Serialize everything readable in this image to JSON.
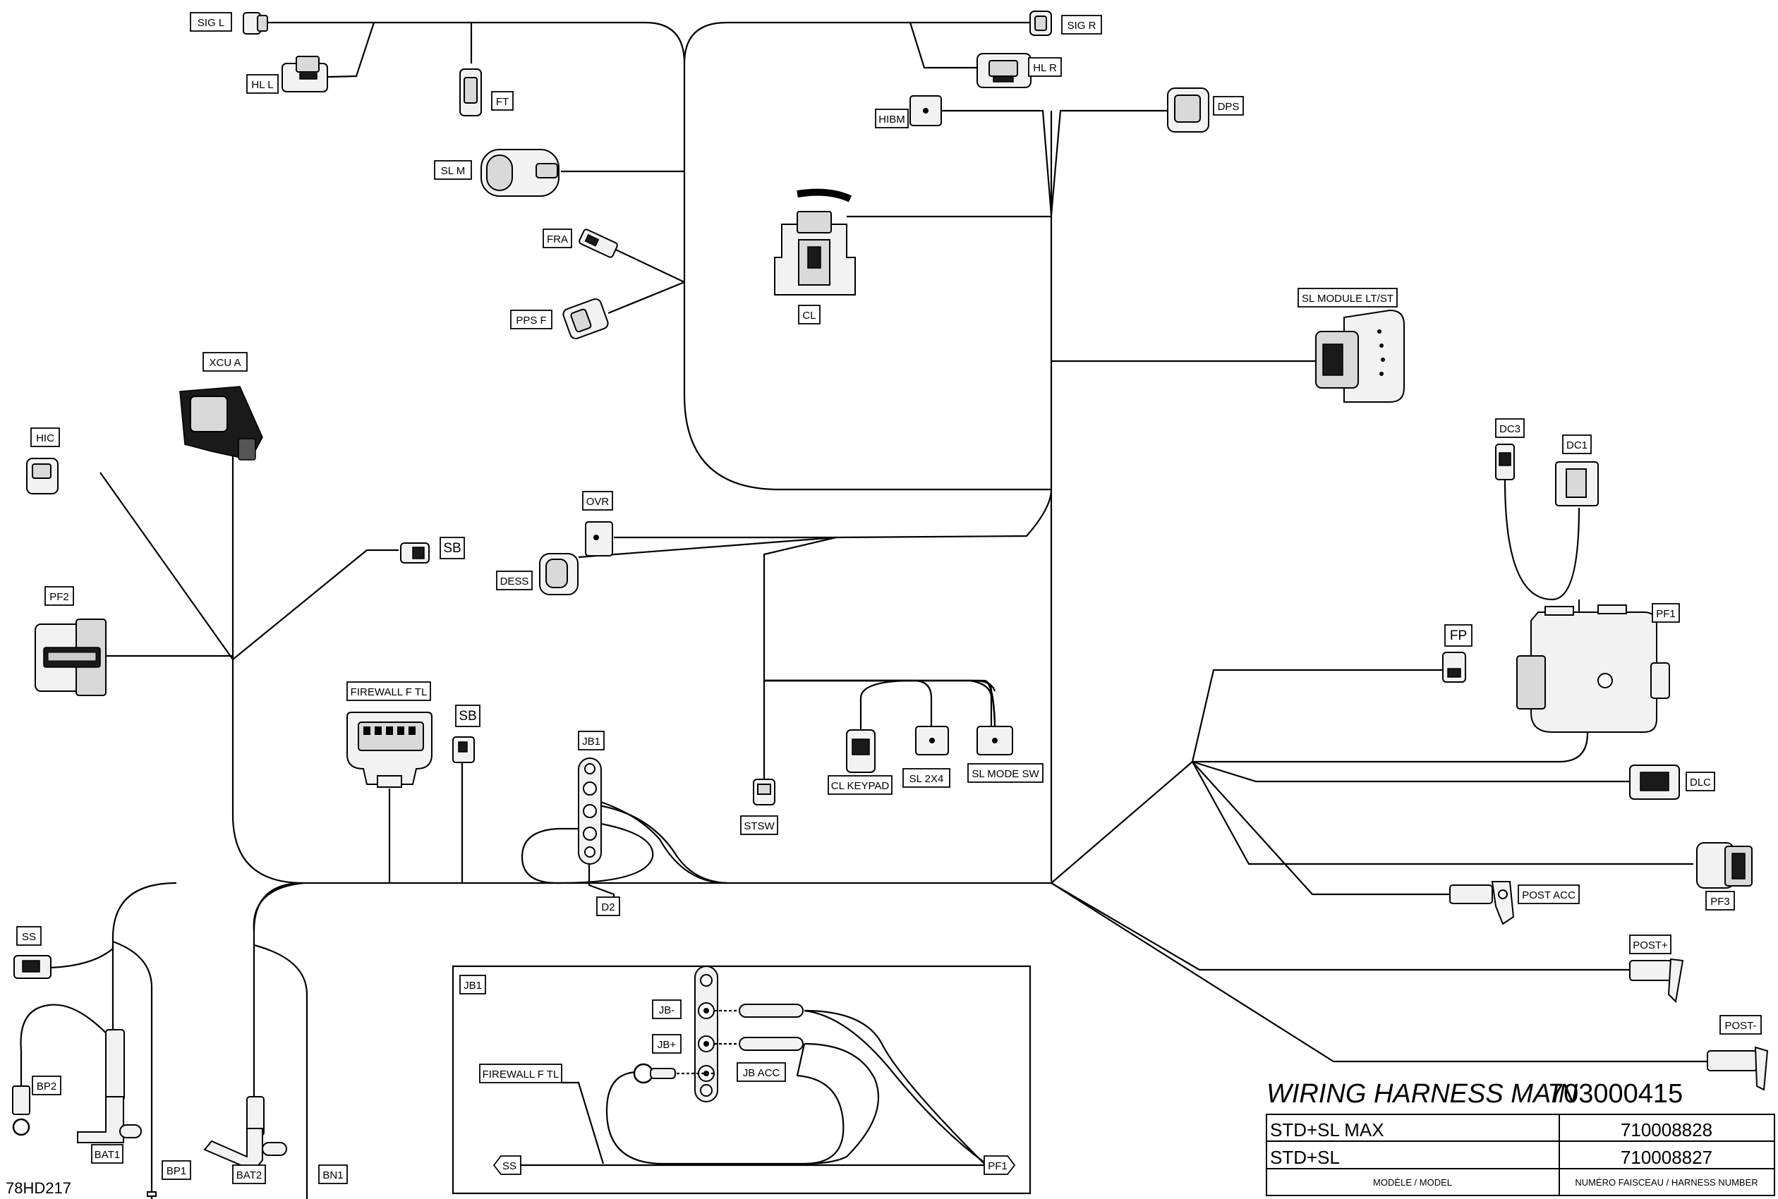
{
  "labels": {
    "sig_l": "SIG L",
    "hl_l": "HL L",
    "ft": "FT",
    "sl_m": "SL M",
    "fra": "FRA",
    "pps_f": "PPS F",
    "xcu_a": "XCU A",
    "hic": "HIC",
    "sb_top": "SB",
    "pf2": "PF2",
    "firewall_f_tl": "FIREWALL F TL",
    "sb_mid": "SB",
    "jb1": "JB1",
    "d2": "D2",
    "ovr": "OVR",
    "dess": "DESS",
    "stsw": "STSW",
    "cl_keypad": "CL KEYPAD",
    "sl_2x4": "SL 2X4",
    "sl_mode_sw": "SL MODE SW",
    "sig_r": "SIG R",
    "hl_r": "HL R",
    "hibm": "HIBM",
    "dps": "DPS",
    "cl": "CL",
    "sl_module": "SL MODULE LT/ST",
    "dc3": "DC3",
    "dc1": "DC1",
    "pf1": "PF1",
    "fp": "FP",
    "dlc": "DLC",
    "pf3": "PF3",
    "post_acc": "POST ACC",
    "post_plus": "POST+",
    "post_minus": "POST-",
    "ss": "SS",
    "bp2": "BP2",
    "bat1": "BAT1",
    "bp1": "BP1",
    "bat2": "BAT2",
    "bn1": "BN1"
  },
  "inset": {
    "title": "JB1",
    "jb_minus": "JB-",
    "jb_plus": "JB+",
    "jb_acc": "JB ACC",
    "firewall": "FIREWALL F TL",
    "ss": "SS",
    "pf1": "PF1"
  },
  "title_block": {
    "title": "WIRING HARNESS  MAIN",
    "part_number": "703000415",
    "rows": [
      {
        "model": "STD+SL MAX",
        "harness": "710008828"
      },
      {
        "model": "STD+SL",
        "harness": "710008827"
      }
    ],
    "model_header": "MODÈLE / MODEL",
    "harness_header": "NUMÉRO FAISCEAU / HARNESS NUMBER"
  },
  "drawing_code": "78HD217"
}
